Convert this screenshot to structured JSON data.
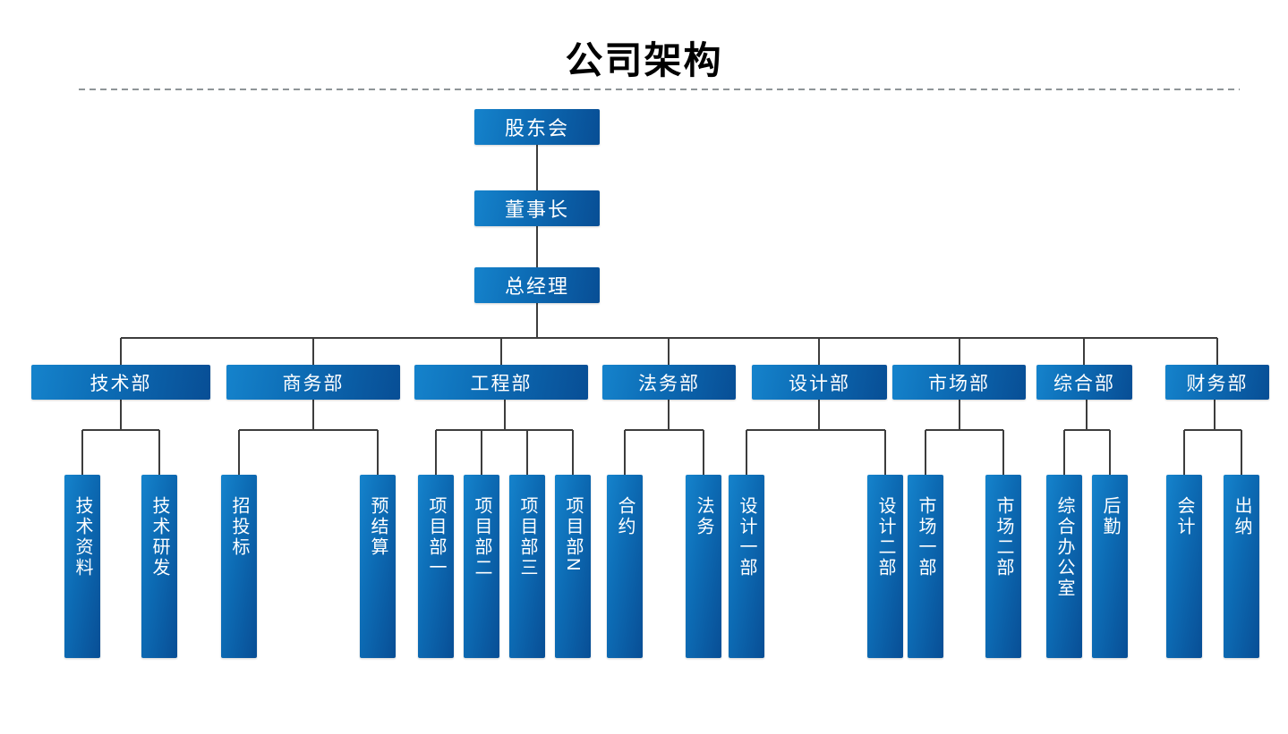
{
  "page": {
    "title": "公司架构"
  },
  "org": {
    "executives": [
      {
        "label": "股东会"
      },
      {
        "label": "董事长"
      },
      {
        "label": "总经理"
      }
    ],
    "departments": [
      {
        "label": "技术部",
        "children": [
          "技术资料",
          "技术研发"
        ]
      },
      {
        "label": "商务部",
        "children": [
          "招投标",
          "预结算"
        ]
      },
      {
        "label": "工程部",
        "children": [
          "项目部一",
          "项目部二",
          "项目部三",
          "项目部N"
        ]
      },
      {
        "label": "法务部",
        "children": [
          "合约",
          "法务"
        ]
      },
      {
        "label": "设计部",
        "children": [
          "设计一部",
          "设计二部"
        ]
      },
      {
        "label": "市场部",
        "children": [
          "市场一部",
          "市场二部"
        ]
      },
      {
        "label": "综合部",
        "children": [
          "综合办公室",
          "后勤"
        ]
      },
      {
        "label": "财务部",
        "children": [
          "会计",
          "出纳"
        ]
      }
    ],
    "colors": {
      "box_gradient_start": "#1583cc",
      "box_gradient_end": "#084e95",
      "connector": "#3d3d3d",
      "text": "#ffffff",
      "title": "#000000"
    }
  }
}
